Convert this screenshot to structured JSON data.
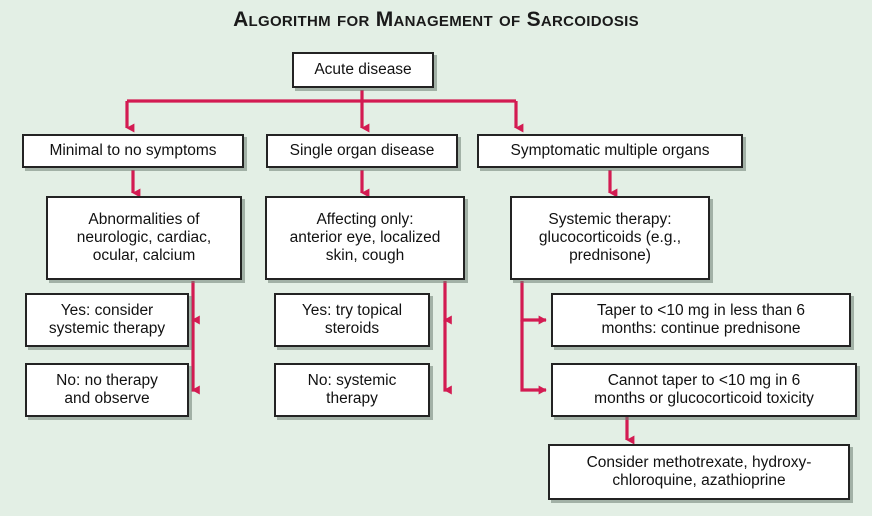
{
  "title": "Algorithm for Management of Sarcoidosis",
  "colors": {
    "background": "#e3efe5",
    "node_fill": "#ffffff",
    "node_border": "#232323",
    "connector": "#d31b52",
    "text": "#111111",
    "shadow": "#6e7d73"
  },
  "nodes": {
    "acute_disease": "Acute disease",
    "minimal_symptoms": "Minimal to no symptoms",
    "single_organ": "Single organ disease",
    "symptomatic_multiple": "Symptomatic multiple organs",
    "abnormalities": "Abnormalities of\nneurologic, cardiac,\nocular, calcium",
    "affecting_only": "Affecting only:\nanterior eye, localized\nskin, cough",
    "systemic_therapy": "Systemic therapy:\nglucocorticoids (e.g.,\nprednisone)",
    "yes_consider_systemic": "Yes: consider\nsystemic therapy",
    "no_therapy_observe": "No: no therapy\nand observe",
    "yes_topical_steroids": "Yes: try topical\nsteroids",
    "no_systemic_therapy": "No: systemic\ntherapy",
    "taper_success": "Taper to <10 mg in less than 6\nmonths: continue prednisone",
    "cannot_taper": "Cannot taper to <10 mg in 6\nmonths or glucocorticoid toxicity",
    "consider_methotrexate": "Consider methotrexate, hydroxy-\nchloroquine, azathioprine"
  },
  "chart_data": {
    "type": "diagram",
    "title": "Algorithm for Management of Sarcoidosis",
    "layout": "top-down flowchart, three columns",
    "levels": [
      [
        "Acute disease"
      ],
      [
        "Minimal to no symptoms",
        "Single organ disease",
        "Symptomatic multiple organs"
      ],
      [
        "Abnormalities of neurologic, cardiac, ocular, calcium",
        "Affecting only: anterior eye, localized skin, cough",
        "Systemic therapy: glucocorticoids (e.g., prednisone)"
      ],
      [
        "Yes: consider systemic therapy",
        "Yes: try topical steroids",
        "Taper to <10 mg in less than 6 months: continue prednisone"
      ],
      [
        "No: no therapy and observe",
        "No: systemic therapy",
        "Cannot taper to <10 mg in 6 months or glucocorticoid toxicity"
      ],
      [
        "Consider methotrexate, hydroxychloroquine, azathioprine"
      ]
    ],
    "edges": [
      {
        "from": "Acute disease",
        "to": "Minimal to no symptoms"
      },
      {
        "from": "Acute disease",
        "to": "Single organ disease"
      },
      {
        "from": "Acute disease",
        "to": "Symptomatic multiple organs"
      },
      {
        "from": "Minimal to no symptoms",
        "to": "Abnormalities of neurologic, cardiac, ocular, calcium"
      },
      {
        "from": "Single organ disease",
        "to": "Affecting only: anterior eye, localized skin, cough"
      },
      {
        "from": "Symptomatic multiple organs",
        "to": "Systemic therapy: glucocorticoids (e.g., prednisone)"
      },
      {
        "from": "Abnormalities of neurologic, cardiac, ocular, calcium",
        "to": "Yes: consider systemic therapy"
      },
      {
        "from": "Abnormalities of neurologic, cardiac, ocular, calcium",
        "to": "No: no therapy and observe"
      },
      {
        "from": "Affecting only: anterior eye, localized skin, cough",
        "to": "Yes: try topical steroids"
      },
      {
        "from": "Affecting only: anterior eye, localized skin, cough",
        "to": "No: systemic therapy"
      },
      {
        "from": "Systemic therapy: glucocorticoids (e.g., prednisone)",
        "to": "Taper to <10 mg in less than 6 months: continue prednisone"
      },
      {
        "from": "Systemic therapy: glucocorticoids (e.g., prednisone)",
        "to": "Cannot taper to <10 mg in 6 months or glucocorticoid toxicity"
      },
      {
        "from": "Cannot taper to <10 mg in 6 months or glucocorticoid toxicity",
        "to": "Consider methotrexate, hydroxychloroquine, azathioprine"
      }
    ]
  }
}
